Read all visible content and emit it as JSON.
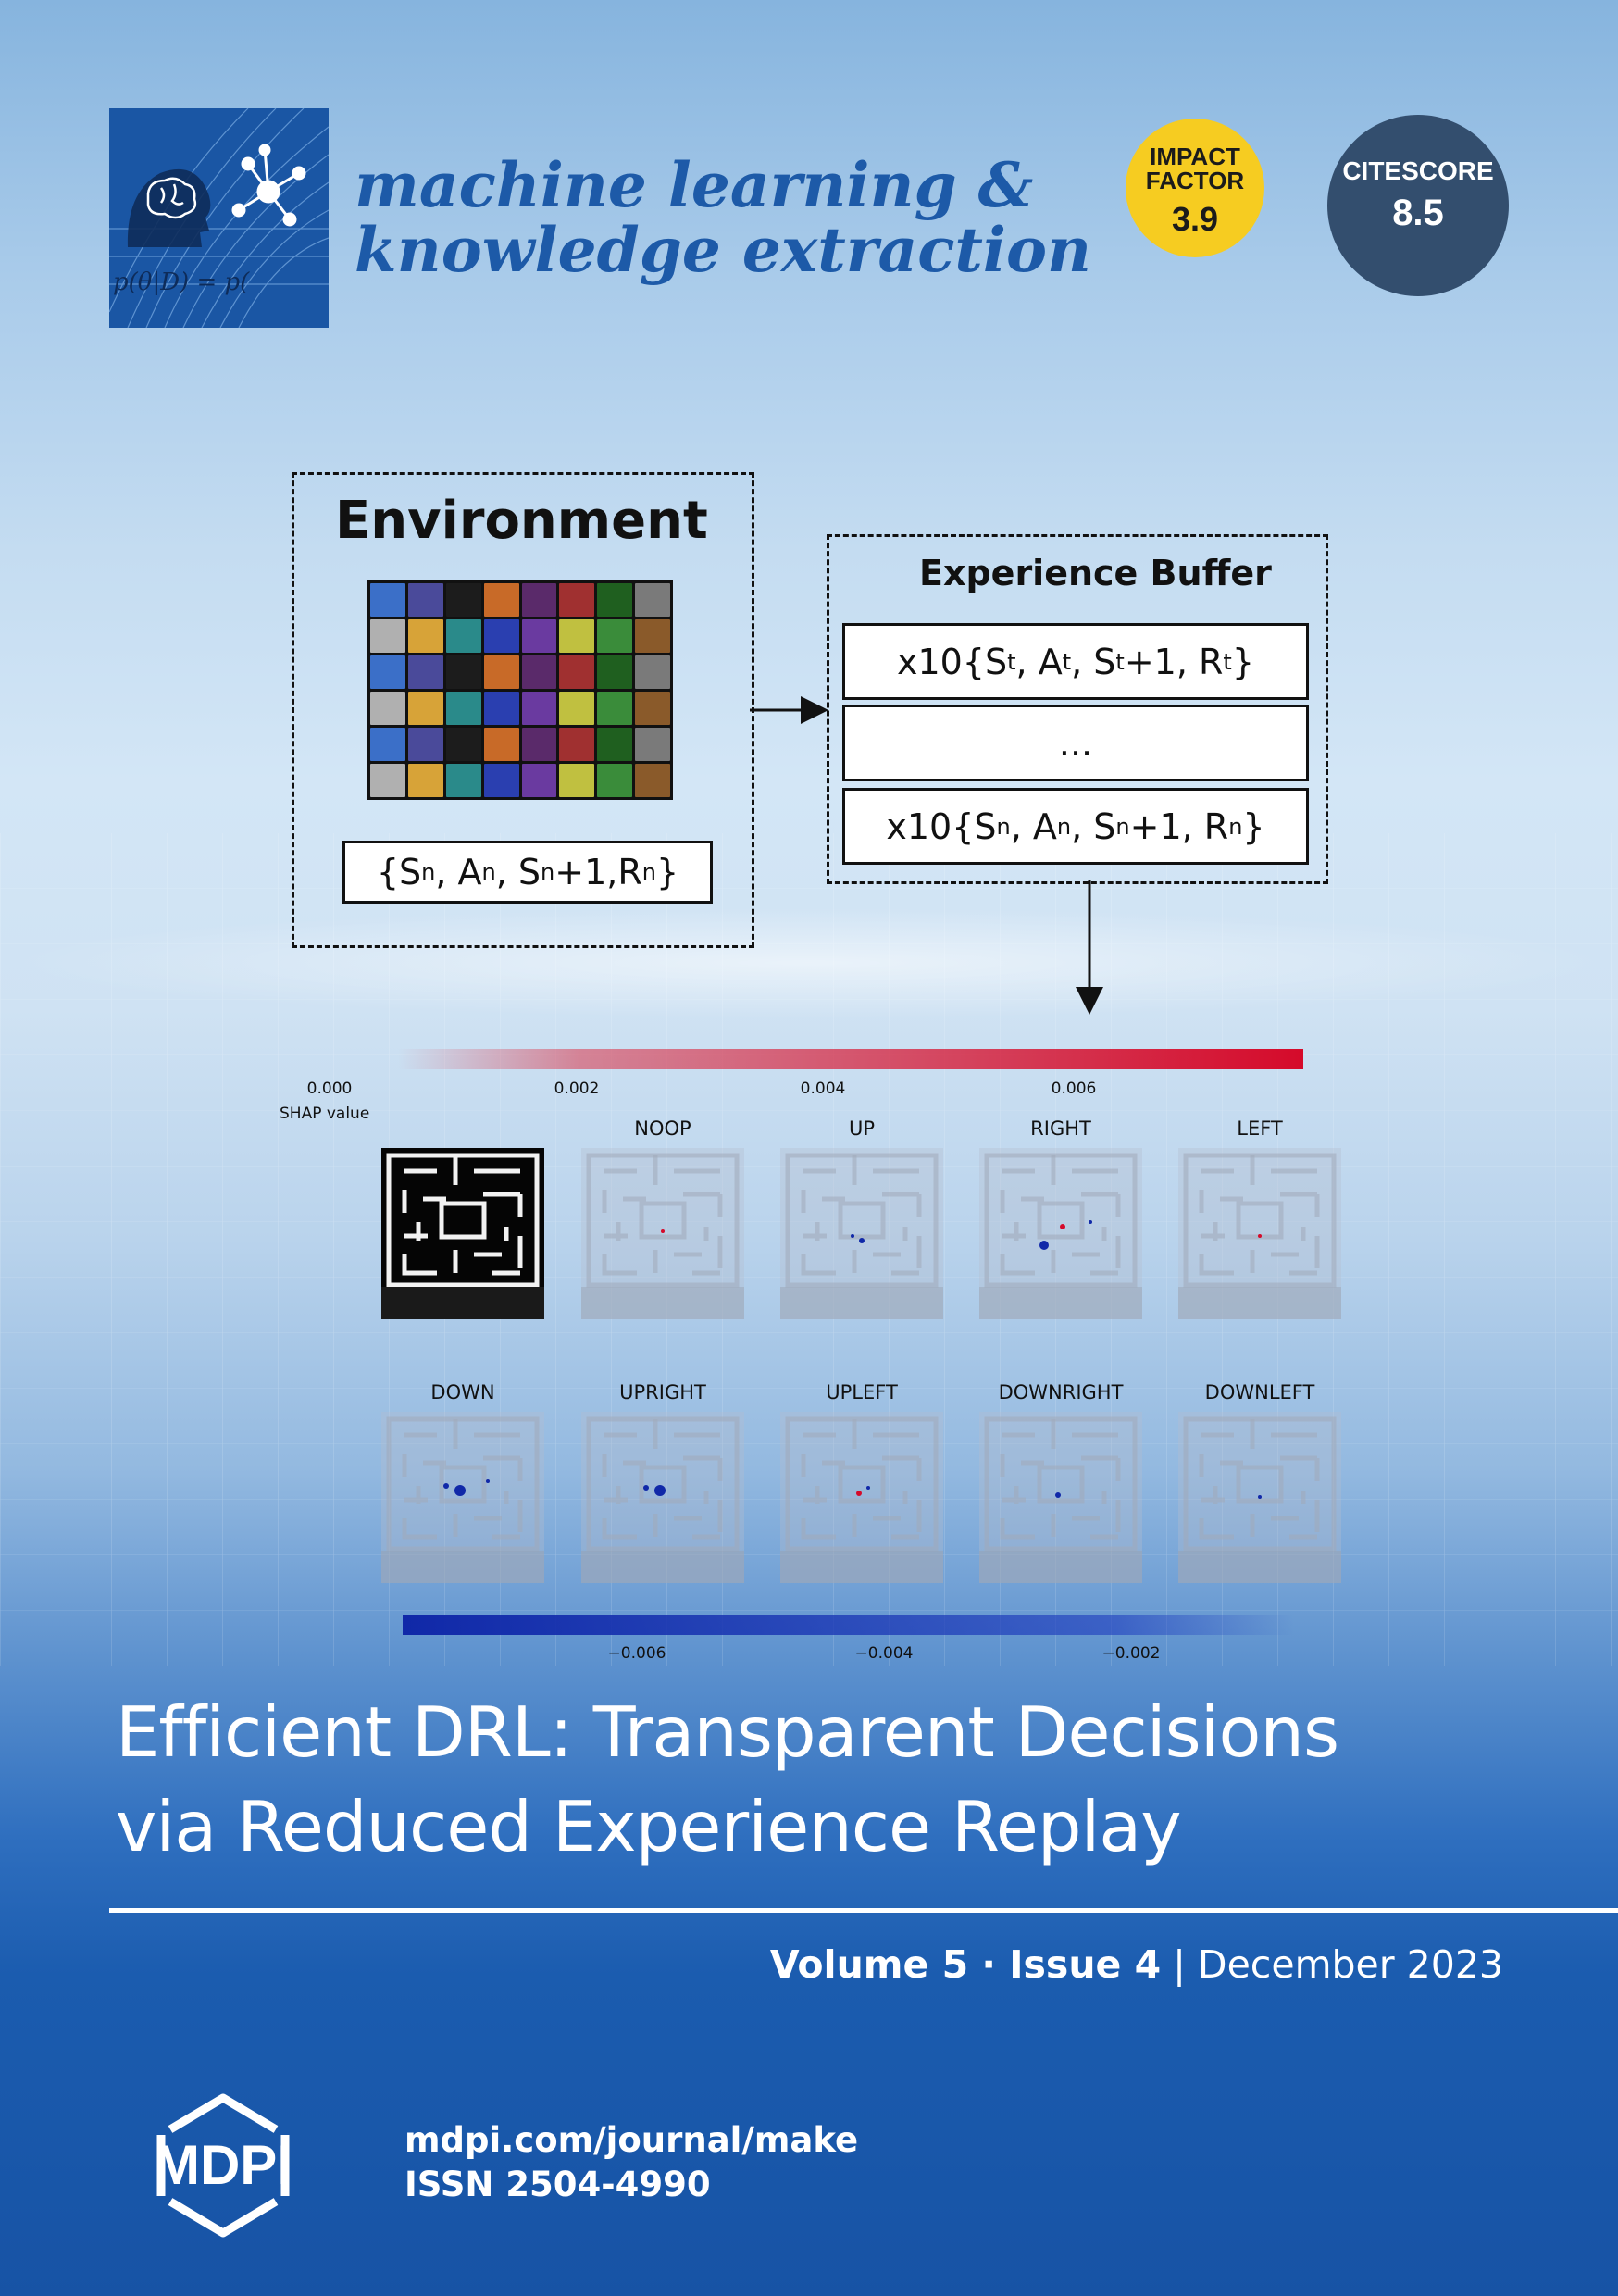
{
  "journal": {
    "name_line1": "machine learning &",
    "name_line2": "knowledge extraction",
    "logo_formula": "p(θ|D) = p("
  },
  "metrics": {
    "impact_factor_label": "IMPACT FACTOR",
    "impact_factor_value": "3.9",
    "citescore_label": "CITESCORE",
    "citescore_value": "8.5"
  },
  "diagram": {
    "environment_title": "Environment",
    "environment_tuple": {
      "S": "S",
      "S_sub": "n",
      "A": "A",
      "A_sub": "n",
      "S2": "S",
      "S2_sub": "n",
      "plus": "+1, ",
      "R": "R",
      "R_sub": "n"
    },
    "buffer_title": "Experience Buffer",
    "buffer_rows": [
      {
        "prefix": "x10{",
        "s": "t",
        "a": "t",
        "s2": "t",
        "r": "t"
      },
      {
        "ellipsis": "..."
      },
      {
        "prefix": "x10{",
        "s": "n",
        "a": "n",
        "s2": "n",
        "r": "n"
      }
    ]
  },
  "shap": {
    "top_ticks": [
      "0.000",
      "0.002",
      "0.004",
      "0.006"
    ],
    "top_label": "SHAP value",
    "bottom_ticks": [
      "−0.006",
      "−0.004",
      "−0.002"
    ],
    "actions_row1": [
      "NOOP",
      "UP",
      "RIGHT",
      "LEFT"
    ],
    "actions_row2": [
      "DOWN",
      "UPRIGHT",
      "UPLEFT",
      "DOWNRIGHT",
      "DOWNLEFT"
    ],
    "positive_color": "#d50a2a",
    "negative_color": "#1028a8"
  },
  "article": {
    "title_line1": "Efficient DRL: Transparent Decisions",
    "title_line2": "via Reduced Experience Replay"
  },
  "issue": {
    "volume": "Volume 5",
    "dot": " · ",
    "issue": "Issue 4",
    "separator": " | ",
    "date": "December 2023"
  },
  "publisher": {
    "logo_text": "MDPI",
    "url": "mdpi.com/journal/make",
    "issn": "ISSN 2504-4990"
  }
}
